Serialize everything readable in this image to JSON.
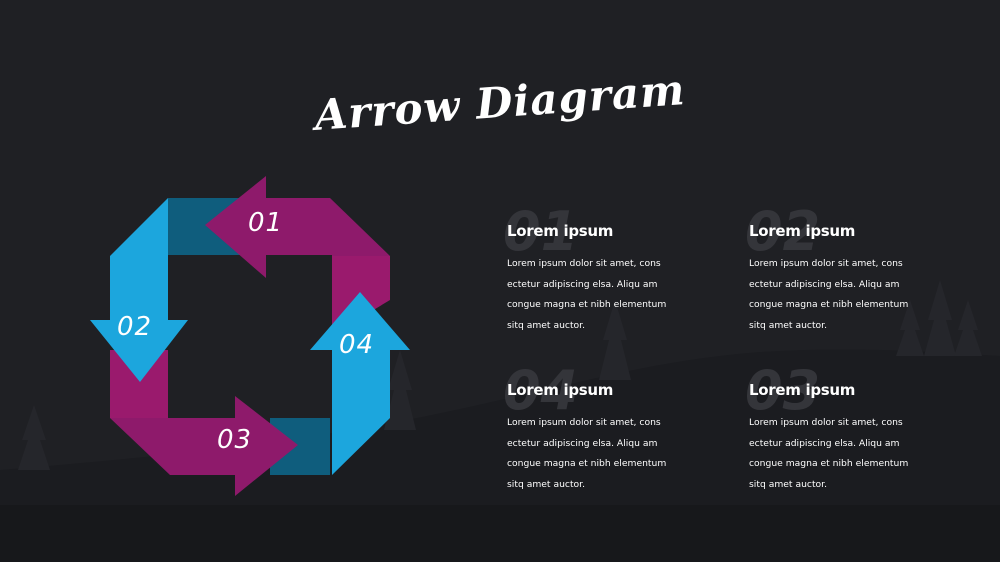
{
  "title": "Arrow Diagram",
  "colors": {
    "background": "#1f2024",
    "magenta": "#8e1a6b",
    "magenta_dark": "#9a1a6d",
    "blue": "#1ca6dd",
    "blue_dark": "#0f5d7d"
  },
  "arrows": [
    {
      "label": "01"
    },
    {
      "label": "02"
    },
    {
      "label": "03"
    },
    {
      "label": "04"
    }
  ],
  "blocks": [
    {
      "number": "01",
      "heading": "Lorem ipsum",
      "lines": [
        "Lorem ipsum dolor sit amet, cons",
        "ectetur adipiscing elsa. Aliqu am",
        "congue magna et nibh elementum",
        "sitq amet auctor."
      ]
    },
    {
      "number": "02",
      "heading": "Lorem ipsum",
      "lines": [
        "Lorem ipsum dolor sit amet, cons",
        "ectetur adipiscing elsa. Aliqu am",
        "congue magna et nibh elementum",
        "sitq amet auctor."
      ]
    },
    {
      "number": "04",
      "heading": "Lorem ipsum",
      "lines": [
        "Lorem ipsum dolor sit amet, cons",
        "ectetur adipiscing elsa. Aliqu am",
        "congue magna et nibh elementum",
        "sitq amet auctor."
      ]
    },
    {
      "number": "03",
      "heading": "Lorem ipsum",
      "lines": [
        "Lorem ipsum dolor sit amet, cons",
        "ectetur adipiscing elsa. Aliqu am",
        "congue magna et nibh elementum",
        "sitq amet auctor."
      ]
    }
  ]
}
